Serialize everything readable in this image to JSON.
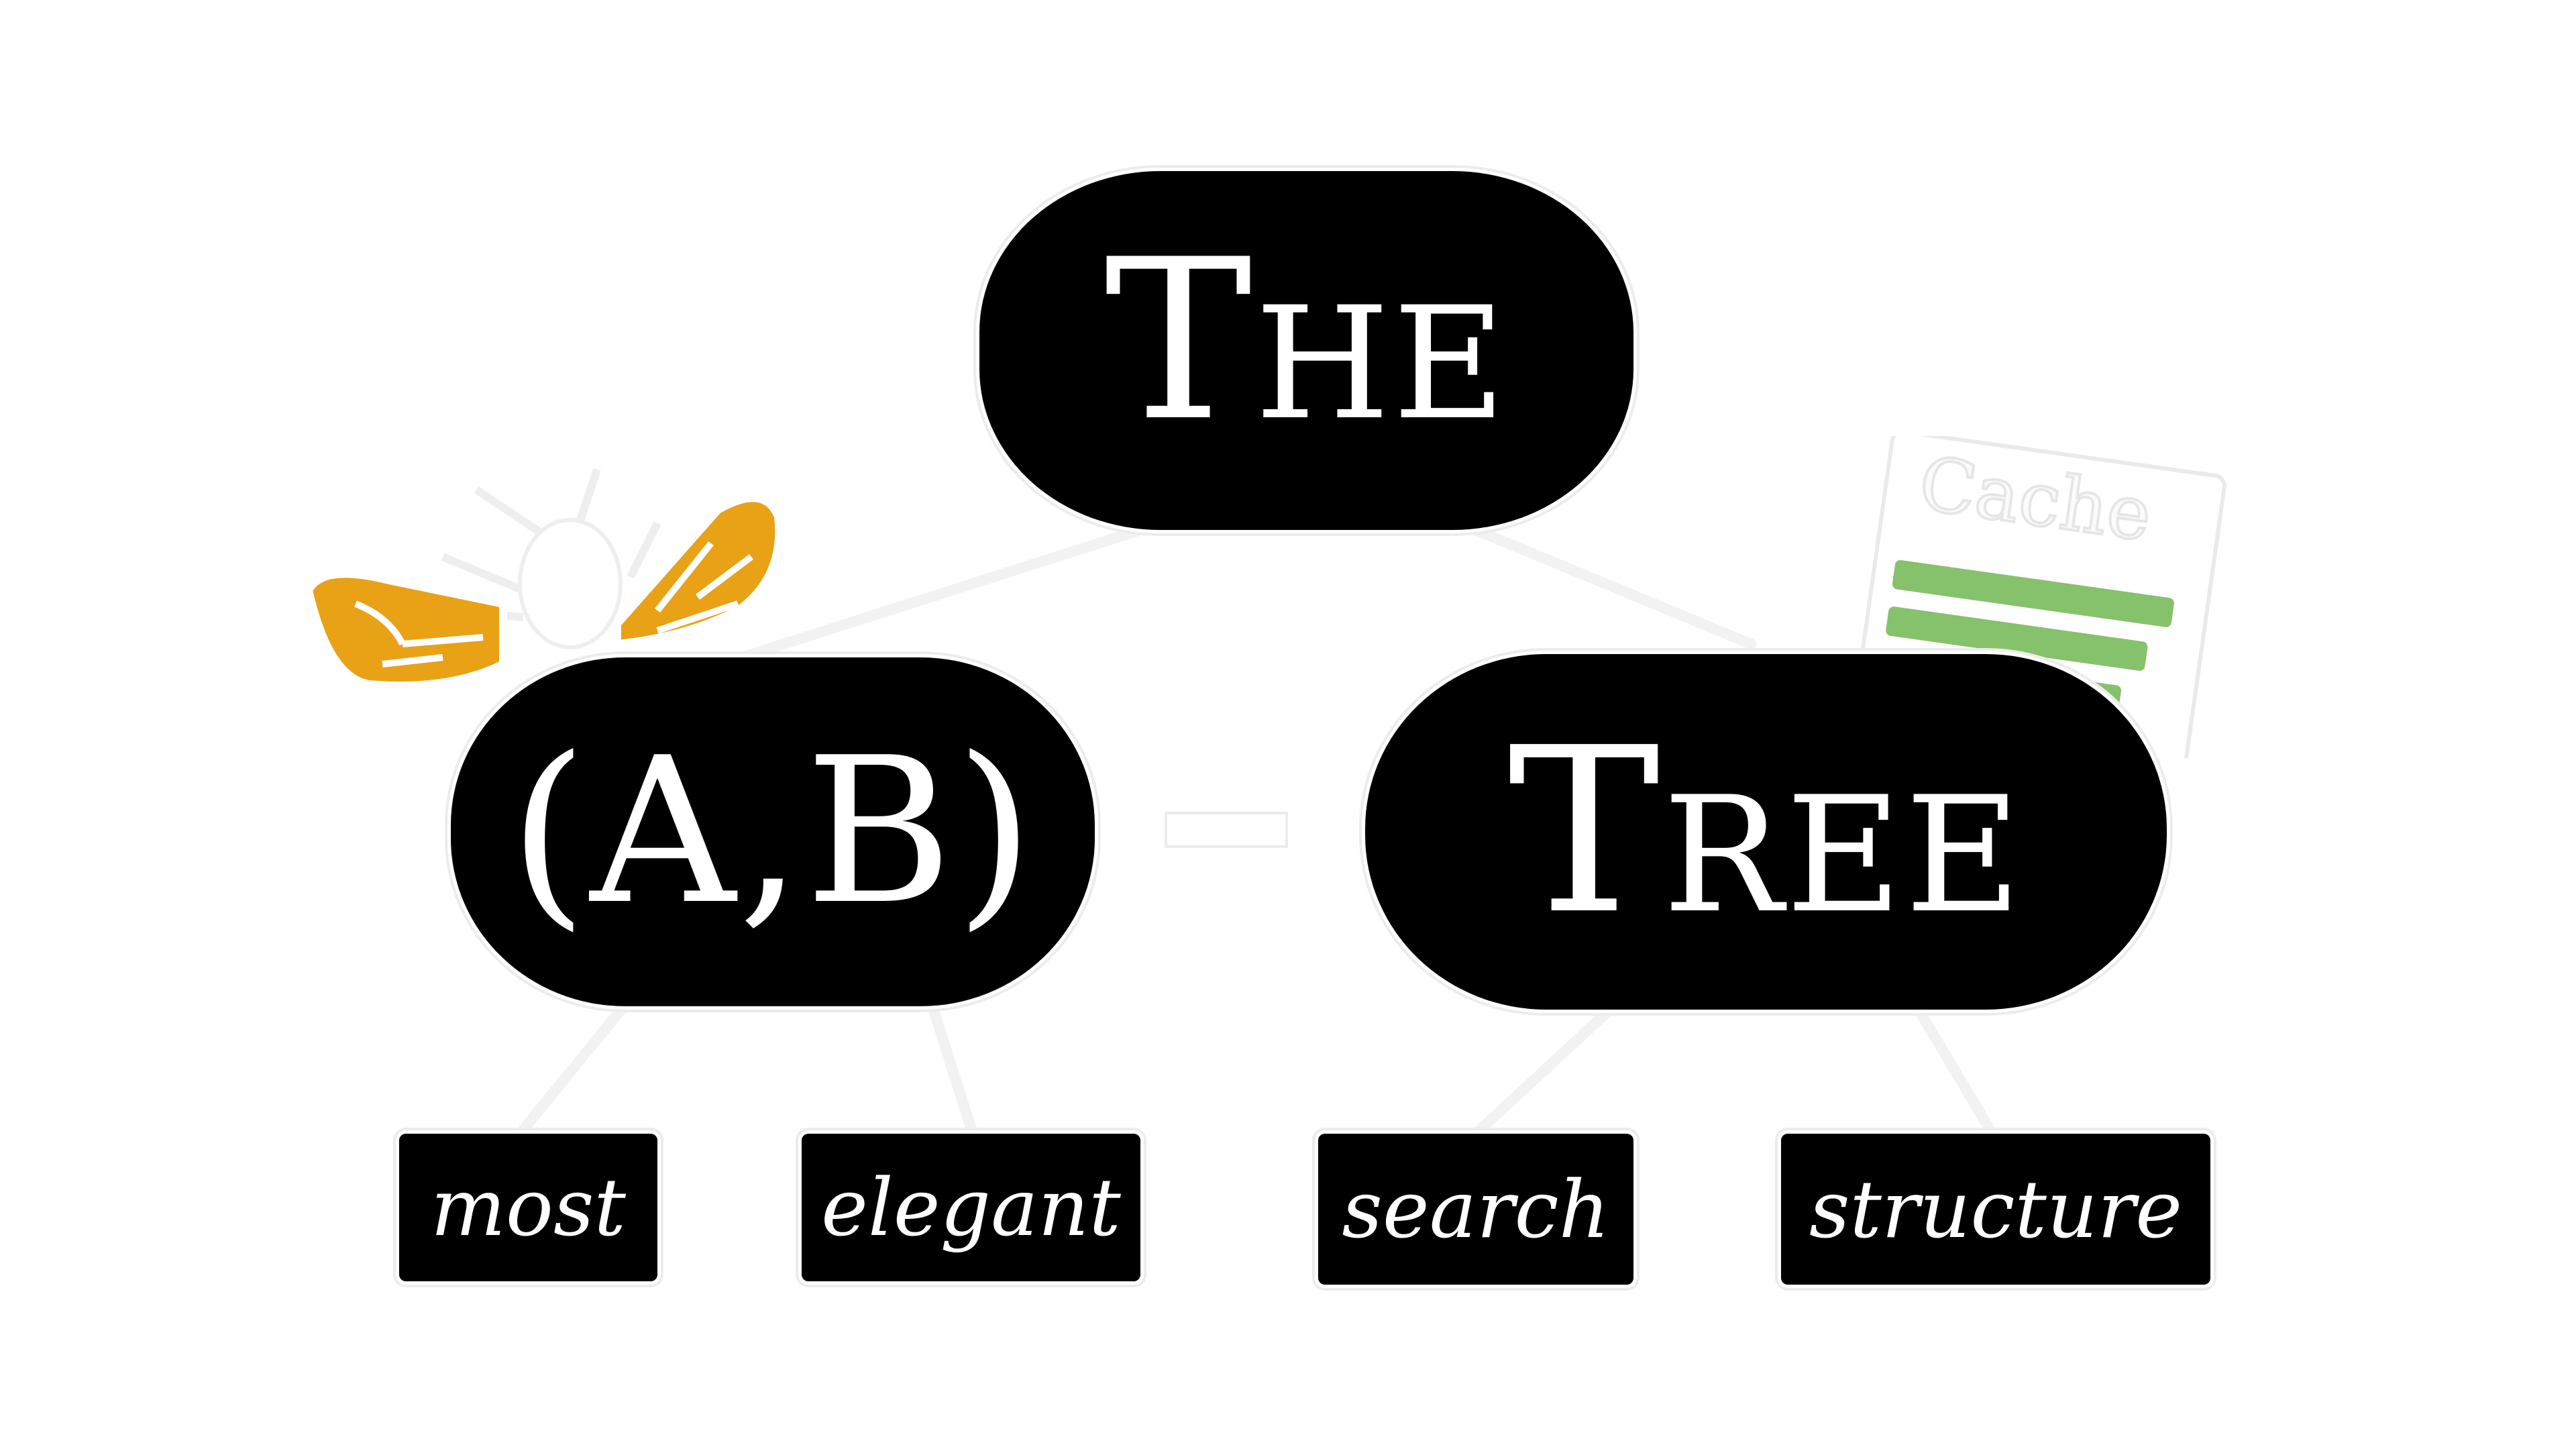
{
  "tree": {
    "root": {
      "label": "The"
    },
    "left": {
      "label": "(A,B)"
    },
    "right": {
      "label": "Tree"
    },
    "leaves": {
      "most": "most",
      "elegant": "elegant",
      "search": "search",
      "structure": "structure"
    }
  },
  "decorations": {
    "bee_icon": {
      "color": "#e9a115"
    },
    "cache_icon": {
      "label": "Cache",
      "color": "#86c16b"
    }
  },
  "colors": {
    "node_fill": "#000000",
    "node_text": "#ffffff",
    "background": "#ffffff",
    "edge": "#f2f2f2"
  }
}
